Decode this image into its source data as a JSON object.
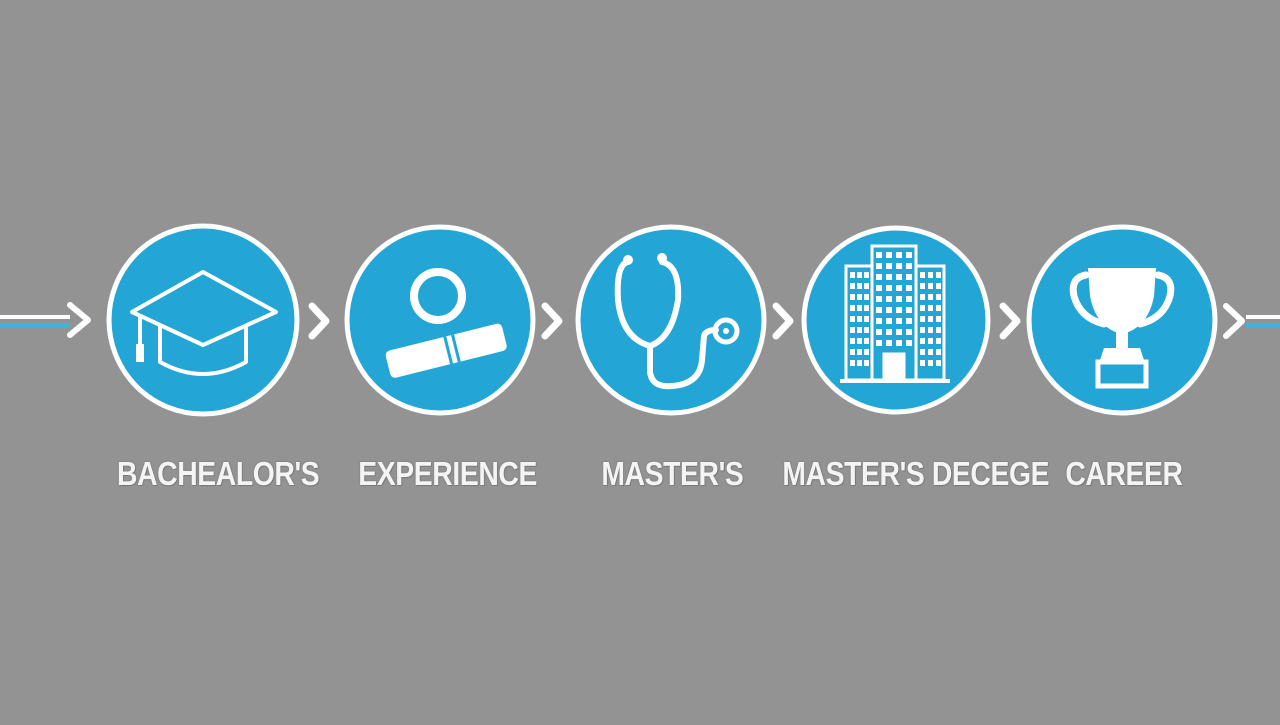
{
  "colors": {
    "background": "#939393",
    "circle_fill": "#23a6d5",
    "circle_ring": "#ffffff",
    "icon": "#ffffff",
    "connector": "#ffffff",
    "connector_accent": "#3fb3dc"
  },
  "steps": [
    {
      "label": "BACHEALOR'S",
      "icon": "graduation-cap-icon"
    },
    {
      "label": "EXPERIENCE",
      "icon": "magnifier-diploma-icon"
    },
    {
      "label": "MASTER'S",
      "icon": "stethoscope-icon"
    },
    {
      "label": "MASTER'S DECEGE",
      "icon": "office-building-icon"
    },
    {
      "label": "CAREER",
      "icon": "trophy-icon"
    }
  ]
}
